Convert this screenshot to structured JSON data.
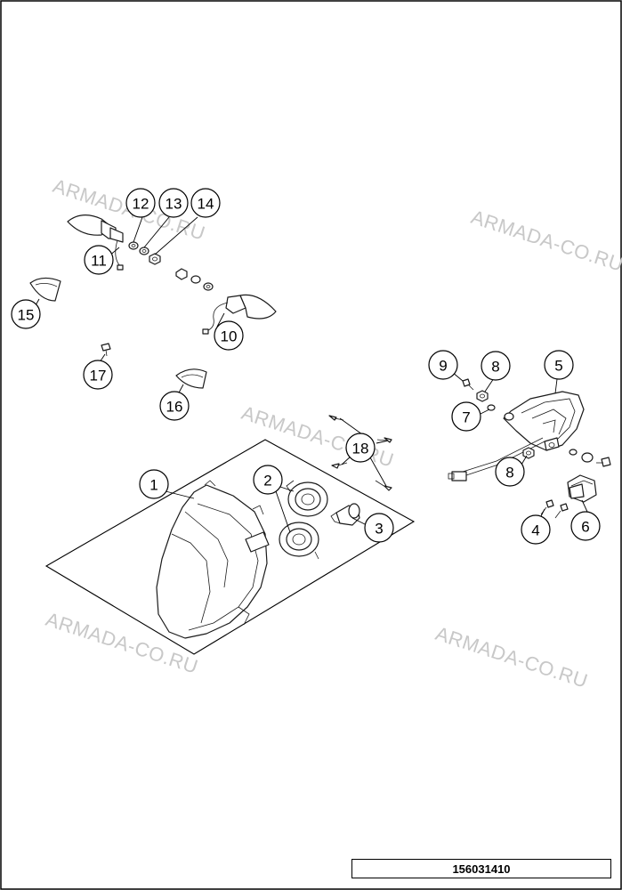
{
  "document": {
    "number": "156031410"
  },
  "watermarks": [
    "ARMADA-CO.RU",
    "ARMADA-CO.RU",
    "ARMADA-CO.RU",
    "ARMADA-CO.RU",
    "ARMADA-CO.RU"
  ],
  "callouts": [
    "1",
    "2",
    "3",
    "4",
    "5",
    "6",
    "7",
    "8",
    "8",
    "9",
    "10",
    "11",
    "12",
    "13",
    "14",
    "15",
    "16",
    "17",
    "18"
  ],
  "colors": {
    "line": "#1a1a1a",
    "watermark": "#c8c8c8",
    "background": "#ffffff"
  }
}
